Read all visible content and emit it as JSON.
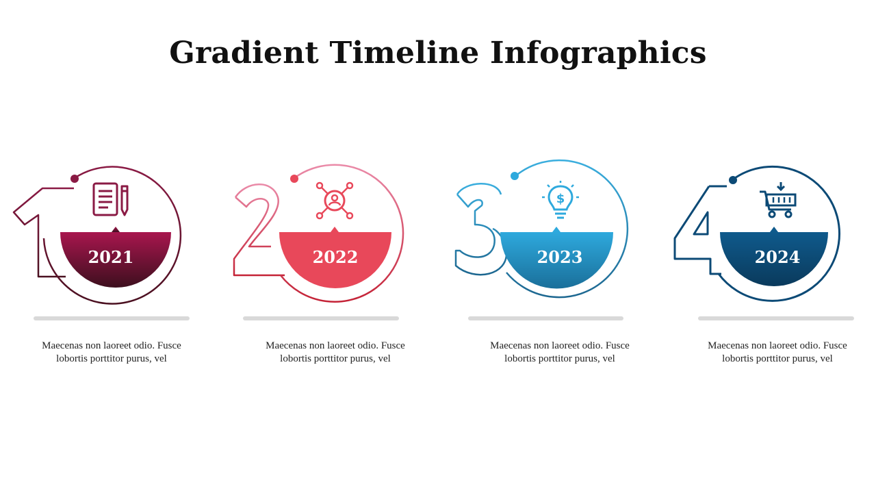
{
  "title": "Gradient Timeline Infographics",
  "steps": [
    {
      "number": "1",
      "year": "2021",
      "icon": "document-edit-icon",
      "color_light": "#a8164e",
      "color_dark": "#3d0f1e",
      "line_color": "#7a1838",
      "description": "Maecenas non laoreet odio. Fusce lobortis porttitor purus, vel"
    },
    {
      "number": "2",
      "year": "2022",
      "icon": "user-network-icon",
      "color_light": "#e8485a",
      "color_dark": "#e8485a",
      "line_color": "#e8758f",
      "description": "Maecenas non laoreet odio. Fusce lobortis porttitor purus, vel"
    },
    {
      "number": "3",
      "year": "2023",
      "icon": "lightbulb-dollar-icon",
      "color_light": "#2ea9dd",
      "color_dark": "#1a6f9a",
      "line_color": "#2c8fc0",
      "description": "Maecenas non laoreet odio. Fusce lobortis porttitor purus, vel"
    },
    {
      "number": "4",
      "year": "2024",
      "icon": "shopping-cart-icon",
      "color_light": "#0f5a8c",
      "color_dark": "#0a3a5c",
      "line_color": "#0c4a76",
      "description": "Maecenas non laoreet odio. Fusce lobortis porttitor purus, vel"
    }
  ]
}
